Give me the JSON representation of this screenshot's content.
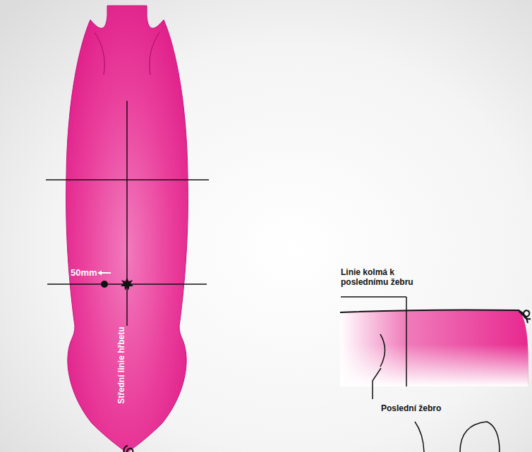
{
  "diagram": {
    "labels": [
      "50mm",
      "Střední linie hřbetu",
      "Linie kolmá k poslednímu žebru",
      "Poslední žebro"
    ]
  }
}
